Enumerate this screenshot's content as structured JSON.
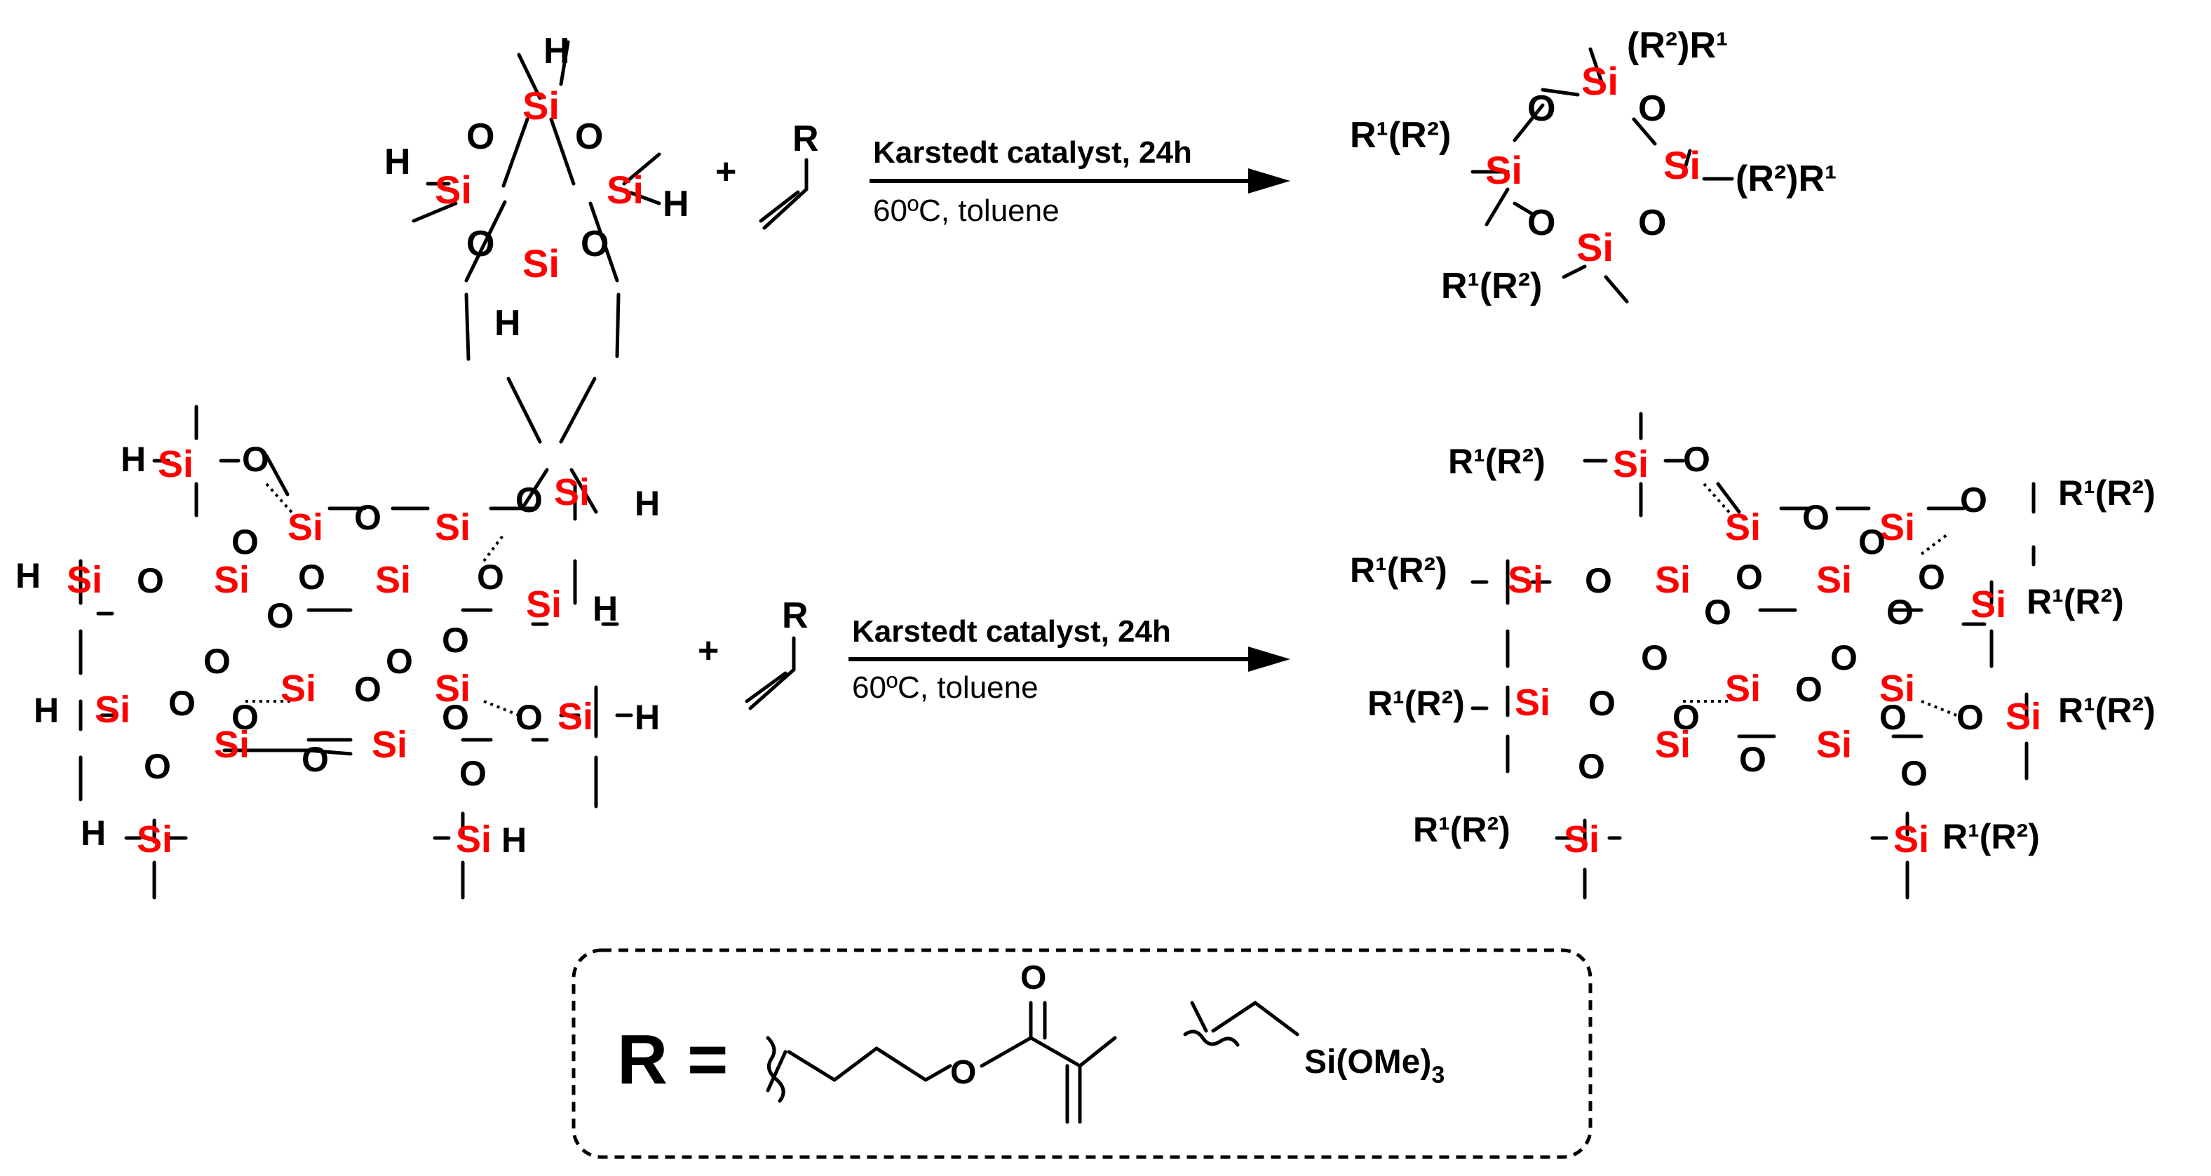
{
  "colors": {
    "silicon": "#ff0000",
    "atoms": "#000000",
    "background": "#ffffff"
  },
  "reaction1": {
    "plus": "+",
    "vinyl_r": "R",
    "conditions_top": "Karstedt catalyst, 24h",
    "conditions_bottom": "60ºC, toluene",
    "reactant": {
      "si": "Si",
      "o": "O",
      "h": "H"
    },
    "product": {
      "si": "Si",
      "o": "O",
      "sub_tr": "(R²)R¹",
      "sub_r": "(R²)R¹",
      "sub_l": "R¹(R²)",
      "sub_bl": "R¹(R²)"
    }
  },
  "reaction2": {
    "plus": "+",
    "vinyl_r": "R",
    "conditions_top": "Karstedt catalyst, 24h",
    "conditions_bottom": "60ºC, toluene",
    "reactant": {
      "si": "Si",
      "o": "O",
      "h": "H"
    },
    "product": {
      "si": "Si",
      "o": "O",
      "sub_left": "R¹(R²)",
      "sub_right": "R¹(R²)"
    }
  },
  "legend": {
    "r_label": "R =",
    "o": "O",
    "si_ome": "Si(OMe)",
    "si_ome_sub": "3"
  }
}
